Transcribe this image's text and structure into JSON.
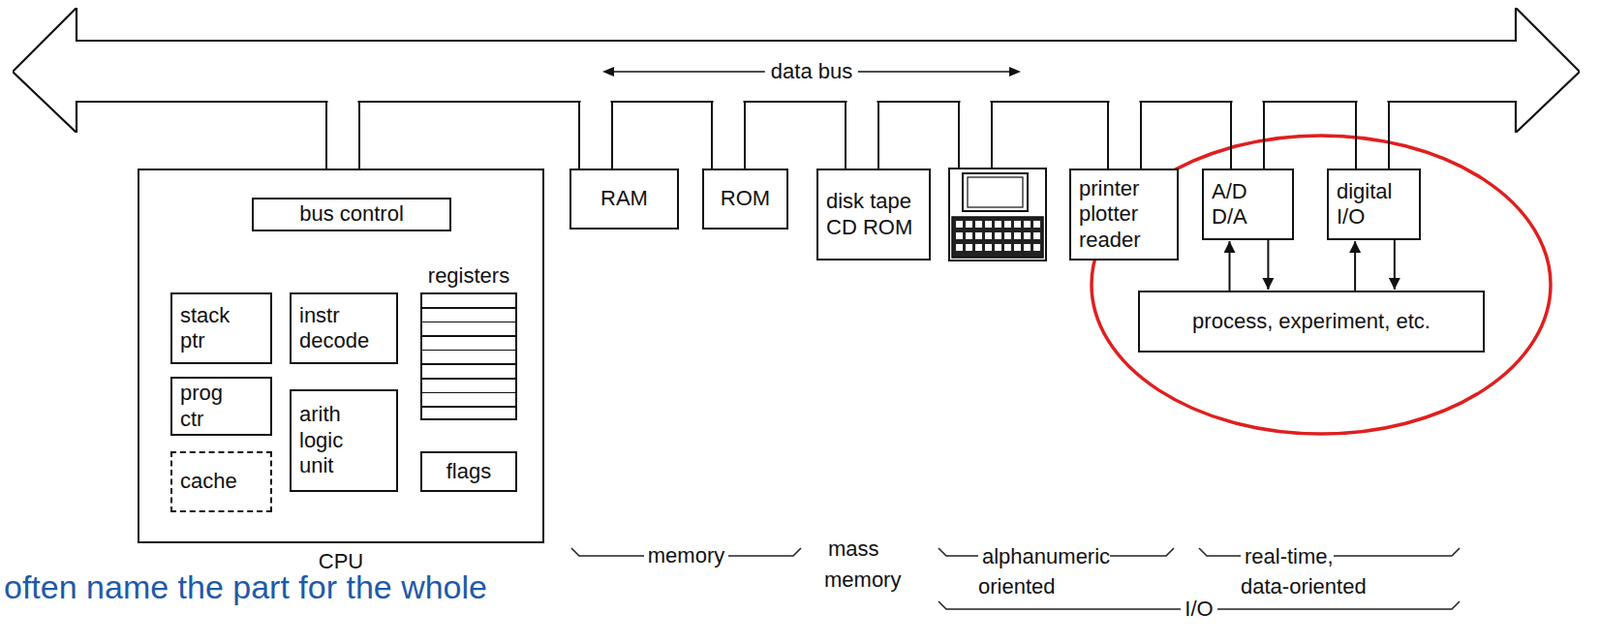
{
  "diagram": {
    "nodes": [
      {
        "text": [
          "data bus"
        ]
      },
      {
        "text": [
          "CPU"
        ]
      },
      {
        "text": [
          "bus control"
        ],
        "in": 1
      },
      {
        "text": [
          "stack ptr"
        ],
        "in": 1
      },
      {
        "text": [
          "instr decode"
        ],
        "in": 1
      },
      {
        "text": [
          "registers"
        ],
        "in": 1
      },
      {
        "text": [
          "prog ctr"
        ],
        "in": 1
      },
      {
        "text": [
          "arith logic unit"
        ],
        "in": 1
      },
      {
        "text": [
          "cache"
        ],
        "in": 1
      },
      {
        "text": [
          "flags"
        ],
        "in": 1
      },
      {
        "text": [
          "RAM"
        ]
      },
      {
        "text": [
          "ROM"
        ]
      },
      {
        "text": [
          "disk tape CD ROM"
        ]
      },
      {
        "text": [
          "printer plotter reader"
        ]
      },
      {
        "text": [
          "A/D D/A"
        ]
      },
      {
        "text": [
          "digital I/O"
        ]
      },
      {
        "text": [
          "process, experiment, etc."
        ]
      }
    ],
    "edges": [
      {
        "from": 0,
        "to": 1,
        "arrow": "none"
      },
      {
        "from": 0,
        "to": 10,
        "arrow": "none"
      },
      {
        "from": 0,
        "to": 11,
        "arrow": "none"
      },
      {
        "from": 0,
        "to": 12,
        "arrow": "none"
      },
      {
        "from": 0,
        "to": 13,
        "arrow": "none"
      },
      {
        "from": 0,
        "to": 14,
        "arrow": "none"
      },
      {
        "from": 0,
        "to": 15,
        "arrow": "none"
      },
      {
        "from": 16,
        "to": 14,
        "arrow": "to"
      },
      {
        "from": 14,
        "to": 16,
        "arrow": "to"
      },
      {
        "from": 16,
        "to": 15,
        "arrow": "to"
      },
      {
        "from": 15,
        "to": 16,
        "arrow": "to"
      }
    ],
    "labels": [
      "memory",
      "mass memory",
      "alphanumeric oriented",
      "real-time, data-oriented",
      "I/O",
      "often name the part for the whole"
    ]
  }
}
